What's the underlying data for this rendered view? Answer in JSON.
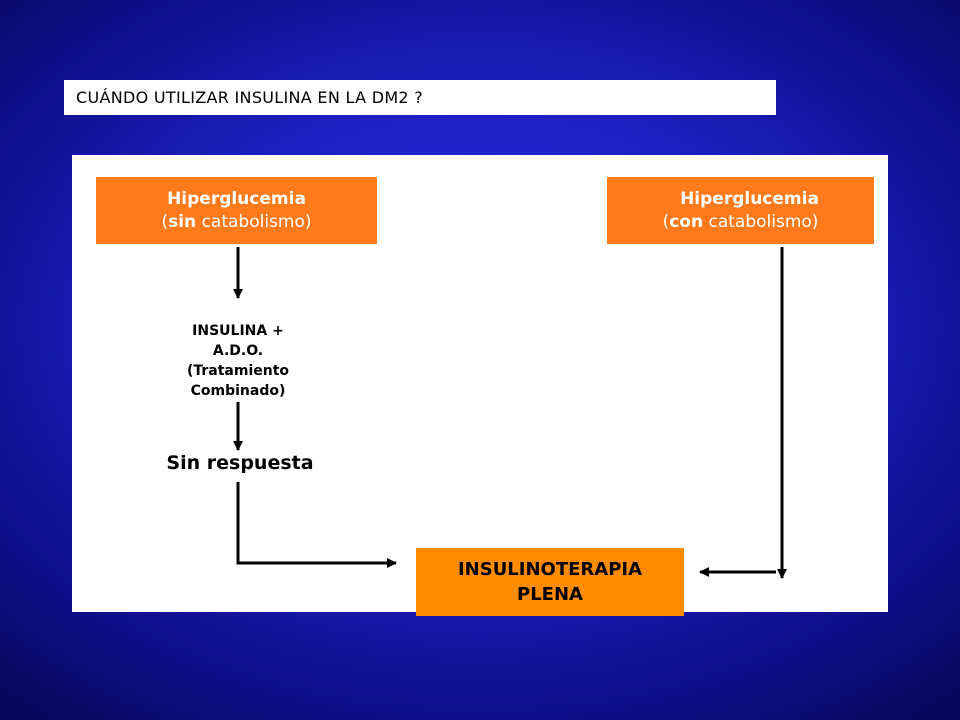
{
  "title": "CUÁNDO UTILIZAR INSULINA EN LA DM2 ?",
  "box_left": {
    "line1": "Hiperglucemia",
    "paren_open": "(",
    "bold": "sin",
    "rest": " catabolismo)"
  },
  "box_right": {
    "line1": "Hiperglucemia",
    "paren_open": "(",
    "bold": "con",
    "rest": " catabolismo)"
  },
  "combined": {
    "line1": "INSULINA +",
    "line2": "A.D.O.",
    "line3": "(Tratamiento",
    "line4": "Combinado)"
  },
  "no_response": "Sin respuesta",
  "final": {
    "line1": "INSULINOTERAPIA",
    "line2": "PLENA"
  },
  "colors": {
    "background": "#1d1fc0",
    "orange_box": "#ff7a1a",
    "final_box": "#ff8c00",
    "panel": "#ffffff"
  }
}
